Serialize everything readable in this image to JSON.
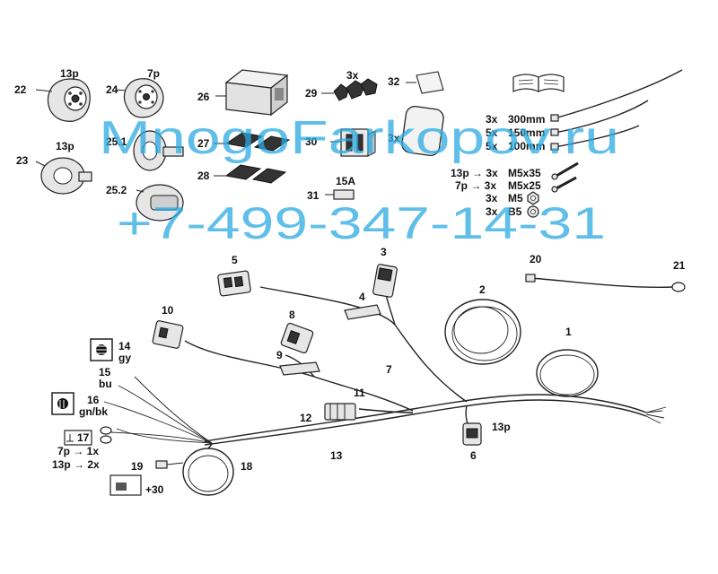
{
  "labels": {
    "p1": "1",
    "p2": "2",
    "p3": "3",
    "p4": "4",
    "p5": "5",
    "p6": "6",
    "p7": "7",
    "p8": "8",
    "p9": "9",
    "p10": "10",
    "p11": "11",
    "p12": "12",
    "p13": "13",
    "p14": "14",
    "p15": "15",
    "p16": "16",
    "p17": "17",
    "p18": "18",
    "p19": "19",
    "p20": "20",
    "p21": "21",
    "p22": "22",
    "p23": "23",
    "p24": "24",
    "p25_1": "25.1",
    "p25_2": "25.2",
    "p26": "26",
    "p27": "27",
    "p28": "28",
    "p29": "29",
    "p30": "30",
    "p31": "31",
    "p32": "32"
  },
  "annotations": {
    "s22": "13p",
    "s24": "7p",
    "s23": "13p",
    "s29": "3x",
    "s30": "3x",
    "s31": "15A",
    "s14": "gy",
    "s15": "bu",
    "s16": "gn/bk",
    "s6": "13p",
    "r17a": "7p → 1x",
    "r17b": "13p → 2x",
    "tag19": "+30"
  },
  "hardware": [
    {
      "qty": "3x",
      "size": "300mm"
    },
    {
      "qty": "5x",
      "size": "150mm"
    },
    {
      "qty": "5x",
      "size": "100mm"
    },
    {
      "qty": "13p → 3x",
      "size": "M5x35"
    },
    {
      "qty": "7p → 3x",
      "size": "M5x25"
    },
    {
      "qty": "3x",
      "size": "M5"
    },
    {
      "qty": "3x",
      "size": "B5"
    }
  ],
  "watermark": {
    "site": "MnogoFarkopov.ru",
    "phone": "+7-499-347-14-31"
  }
}
